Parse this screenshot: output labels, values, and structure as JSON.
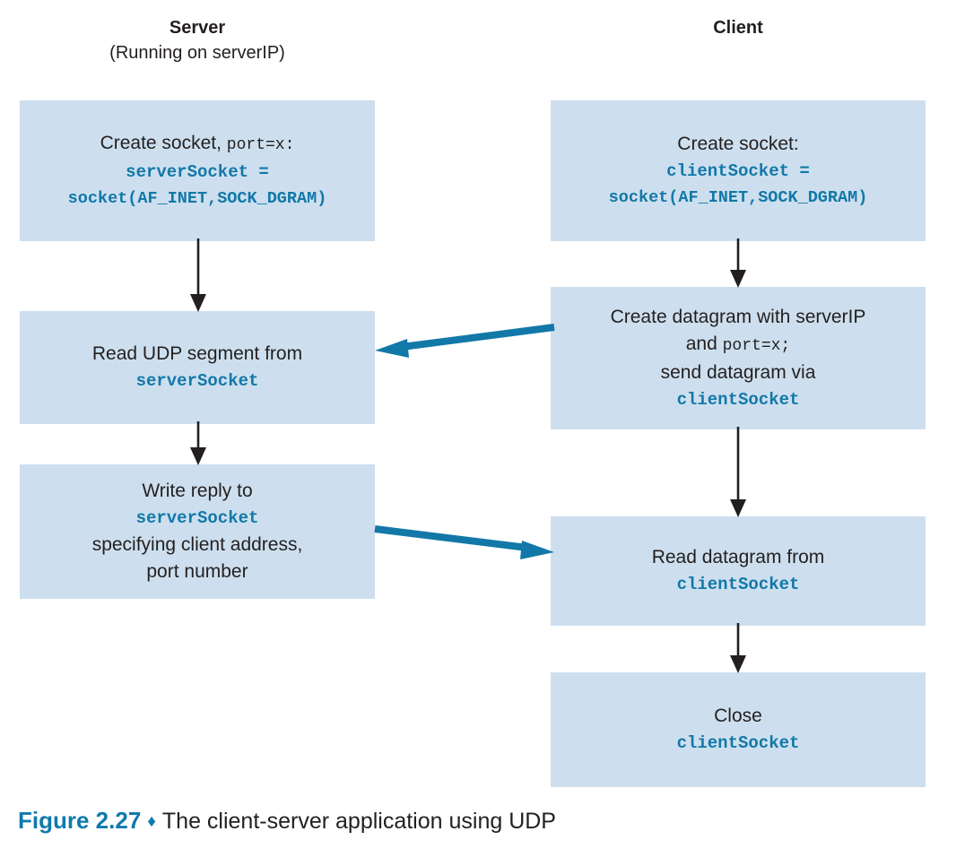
{
  "figure": {
    "label": "Figure 2.27",
    "separator": "♦",
    "caption": "The client-server application using UDP"
  },
  "colors": {
    "box_fill": "#cddfee",
    "code_blue": "#1278a8",
    "arrow_blue": "#1278a8",
    "arrow_black": "#231f20",
    "figure_label_blue": "#0f7aad",
    "text": "#231f20"
  },
  "columns": {
    "server": {
      "title": "Server",
      "subtitle": "(Running on serverIP)"
    },
    "client": {
      "title": "Client",
      "subtitle": ""
    }
  },
  "server_steps": [
    {
      "name": "create-socket",
      "lines": [
        {
          "text": "Create socket, ",
          "style": "plain",
          "mono_suffix": "port=x:"
        },
        {
          "text": "serverSocket =",
          "style": "mono"
        },
        {
          "text": "socket(AF_INET,SOCK_DGRAM)",
          "style": "mono"
        }
      ]
    },
    {
      "name": "read-udp-segment",
      "lines": [
        {
          "text": "Read UDP segment from",
          "style": "plain"
        },
        {
          "text": "serverSocket",
          "style": "mono"
        }
      ]
    },
    {
      "name": "write-reply",
      "lines": [
        {
          "text": "Write reply to",
          "style": "plain"
        },
        {
          "text": "serverSocket",
          "style": "mono"
        },
        {
          "text": "specifying client address,",
          "style": "plain"
        },
        {
          "text": "port number",
          "style": "plain"
        }
      ]
    }
  ],
  "client_steps": [
    {
      "name": "create-socket",
      "lines": [
        {
          "text": "Create socket:",
          "style": "plain"
        },
        {
          "text": "clientSocket =",
          "style": "mono"
        },
        {
          "text": "socket(AF_INET,SOCK_DGRAM)",
          "style": "mono"
        }
      ]
    },
    {
      "name": "create-datagram",
      "lines": [
        {
          "text": "Create datagram with serverIP",
          "style": "plain"
        },
        {
          "text": "and ",
          "style": "plain",
          "mono_suffix": "port=x;"
        },
        {
          "text": "send datagram via",
          "style": "plain"
        },
        {
          "text": "clientSocket",
          "style": "mono"
        }
      ]
    },
    {
      "name": "read-datagram",
      "lines": [
        {
          "text": "Read datagram from",
          "style": "plain"
        },
        {
          "text": "clientSocket",
          "style": "mono"
        }
      ]
    },
    {
      "name": "close-socket",
      "lines": [
        {
          "text": "Close",
          "style": "plain"
        },
        {
          "text": "clientSocket",
          "style": "mono"
        }
      ]
    }
  ],
  "flow_labels": {
    "server_v1": "server-step1-to-step2",
    "server_v2": "server-step2-to-step3",
    "client_v1": "client-step1-to-step2",
    "client_v2": "client-step2-to-step3",
    "client_v3": "client-step3-to-step4",
    "datagram_to_server": "client-sends-datagram-to-server",
    "reply_to_client": "server-sends-reply-to-client"
  }
}
